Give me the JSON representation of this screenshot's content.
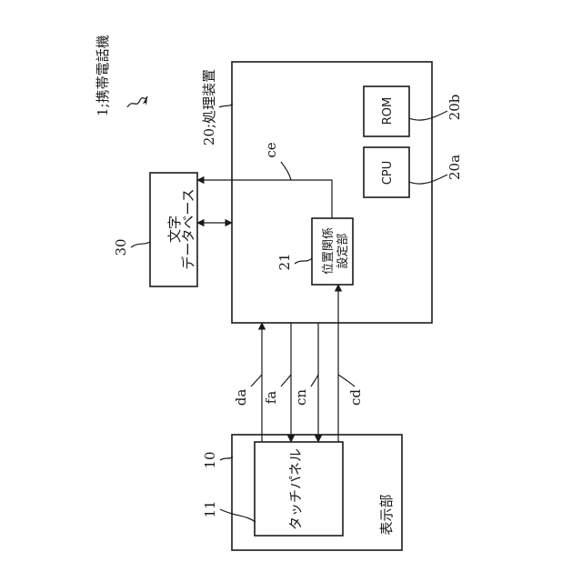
{
  "labels": {
    "device": "1;携帯電話機",
    "processing_unit": "20;処理装置",
    "rom": "ROM",
    "rom_ref": "20b",
    "cpu": "CPU",
    "cpu_ref": "20a",
    "char_db_ref": "30",
    "char_db_line1": "文字",
    "char_db_line2": "データベース",
    "pos_setting_ref": "21",
    "pos_setting_line1": "位置関係",
    "pos_setting_line2": "設定部",
    "signal_ce": "ce",
    "signal_da": "da",
    "signal_fa": "fa",
    "signal_cn": "cn",
    "signal_cd": "cd",
    "display_ref": "10",
    "touch_panel_ref": "11",
    "touch_panel": "タッチパネル",
    "display": "表示部"
  }
}
